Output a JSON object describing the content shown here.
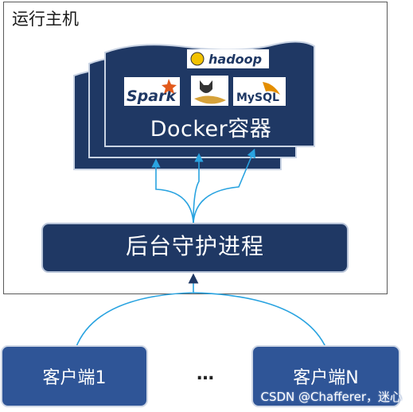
{
  "host": {
    "title": "运行主机"
  },
  "docker": {
    "label": "Docker容器"
  },
  "logos": {
    "hadoop": "hadoop",
    "spark": "Spark",
    "mysql": "MySQL"
  },
  "daemon": {
    "label": "后台守护进程"
  },
  "clients": {
    "first": "客户端1",
    "ellipsis": "…",
    "last": "客户端N"
  },
  "watermark": "CSDN @Chafferer，迷心",
  "colors": {
    "navy": "#1f3864",
    "arrow": "#29a3e0",
    "edge": "#d9d9d9"
  }
}
